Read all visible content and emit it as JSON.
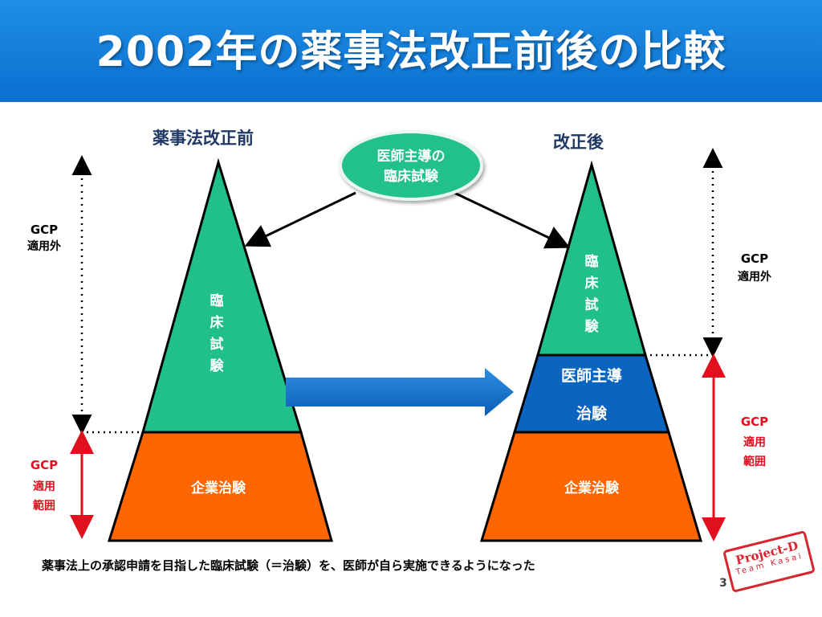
{
  "header": {
    "title": "2002年の薬事法改正前後の比較"
  },
  "left_pyramid": {
    "title": "薬事法改正前",
    "top_text": "臨床試験",
    "bottom_text": "企業治験",
    "gcp_out": [
      "GCP",
      "適用外"
    ],
    "gcp_in": [
      "GCP",
      "適用",
      "範囲"
    ]
  },
  "right_pyramid": {
    "title": "改正後",
    "top_text": "臨床試験",
    "middle_text": [
      "医師主導",
      "治験"
    ],
    "bottom_text": "企業治験",
    "gcp_out": [
      "GCP",
      "適用外"
    ],
    "gcp_in": [
      "GCP",
      "適用",
      "範囲"
    ]
  },
  "callout": {
    "lines": [
      "医師主導の",
      "臨床試験"
    ]
  },
  "footnote": "薬事法上の承認申請を目指した臨床試験（＝治験）を、医師が自ら実施できるようになった",
  "page_number": "3",
  "stamp": {
    "line1": "Project-D",
    "line2": "Team Kasai"
  },
  "colors": {
    "header": "#0a6fcf",
    "green": "#21c08b",
    "orange": "#ff6600",
    "blue": "#0b64c0",
    "red": "#e0101e",
    "navy": "#1f3864"
  }
}
